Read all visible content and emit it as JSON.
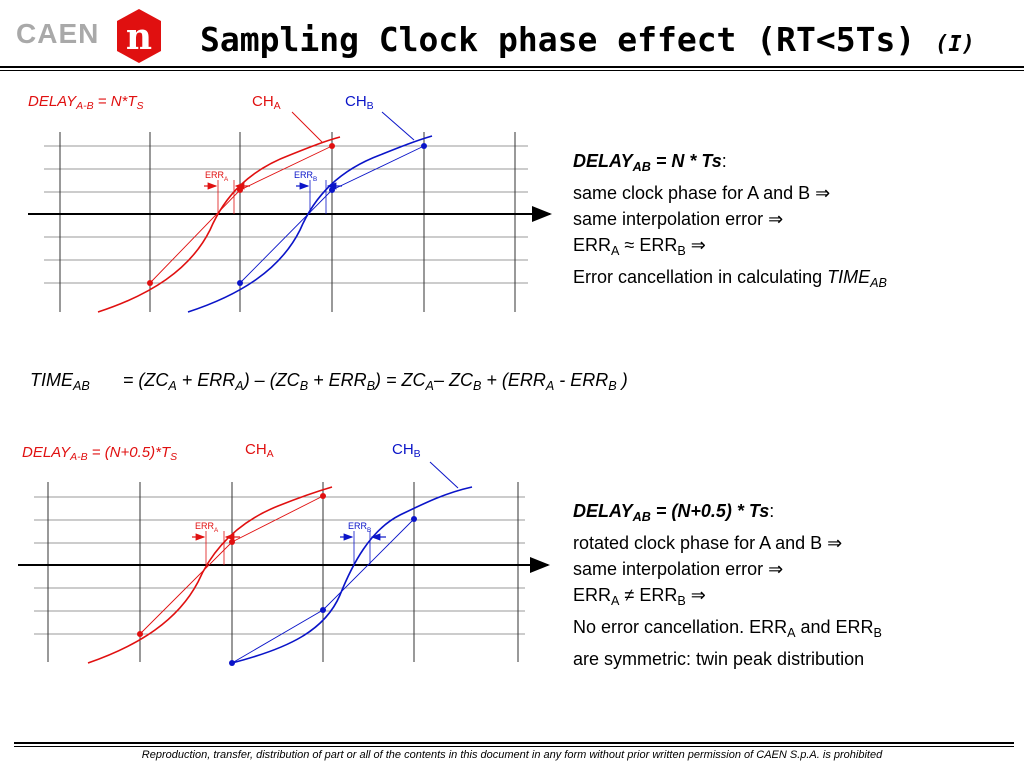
{
  "header": {
    "logo_text": "CAEN",
    "logo_letter": "n",
    "title": "Sampling Clock phase effect (RT<5Ts)",
    "title_suffix": "(I)"
  },
  "top_diagram": {
    "delay_label": {
      "prefix": "DELAY",
      "sub": "A-B",
      "rest": " = N*T",
      "sub2": "S"
    },
    "ch_a": {
      "main": "CH",
      "sub": "A"
    },
    "ch_b": {
      "main": "CH",
      "sub": "B"
    },
    "err_a": {
      "main": "ERR",
      "sub": "A"
    },
    "err_b": {
      "main": "ERR",
      "sub": "B"
    }
  },
  "top_note": {
    "line1": {
      "bold": "DELAY",
      "sub": "AB",
      "rest": " = N * Ts",
      "colon": ":"
    },
    "line2": "same clock phase for A and B ⇒",
    "line3": "same interpolation error ⇒",
    "line4": {
      "a": "ERR",
      "a_sub": "A",
      "op": " ≈ ",
      "b": "ERR",
      "b_sub": "B",
      "tail": " ⇒"
    },
    "line5": {
      "text": "Error cancellation in calculating ",
      "italic": "TIME",
      "sub": "AB"
    }
  },
  "formula": {
    "lhs": "TIME",
    "lhs_sub": "AB",
    "p1": "= (ZC",
    "s1": "A",
    "p2": " + ERR",
    "s2": "A",
    "p3": ") – (ZC",
    "s3": "B",
    "p4": " + ERR",
    "s4": "B",
    "p5": ") = ZC",
    "s5": "A",
    "p6": "– ZC",
    "s6": "B",
    "p7": " + (ERR",
    "s7": "A",
    "p8": " - ERR",
    "s8": "B",
    "p9": " )"
  },
  "bottom_diagram": {
    "delay_label": {
      "prefix": "DELAY",
      "sub": "A-B",
      "rest": " = (N+0.5)*T",
      "sub2": "S"
    },
    "ch_a": {
      "main": "CH",
      "sub": "A"
    },
    "ch_b": {
      "main": "CH",
      "sub": "B"
    },
    "err_a": {
      "main": "ERR",
      "sub": "A"
    },
    "err_b": {
      "main": "ERR",
      "sub": "B"
    }
  },
  "bottom_note": {
    "line1": {
      "bold": "DELAY",
      "sub": "AB",
      "rest": " = (N+0.5) * Ts",
      "colon": ":"
    },
    "line2": "rotated clock phase for A and B ⇒",
    "line3": "same interpolation error ⇒",
    "line4": {
      "a": "ERR",
      "a_sub": "A",
      "op": " ≠ ",
      "b": "ERR",
      "b_sub": "B",
      "tail": " ⇒"
    },
    "line5": {
      "text": "No error cancellation. ERR",
      "sub1": "A",
      "mid": " and ERR",
      "sub2": "B"
    },
    "line6": "are symmetric: twin peak distribution"
  },
  "footer": "Reproduction, transfer, distribution of part or all of the contents in this document in any form without prior written permission of  CAEN S.p.A. is prohibited",
  "colors": {
    "ch_a": "#e01010",
    "ch_b": "#0a14c8",
    "logo_red": "#e01010",
    "logo_gray": "#a9a9a9"
  }
}
